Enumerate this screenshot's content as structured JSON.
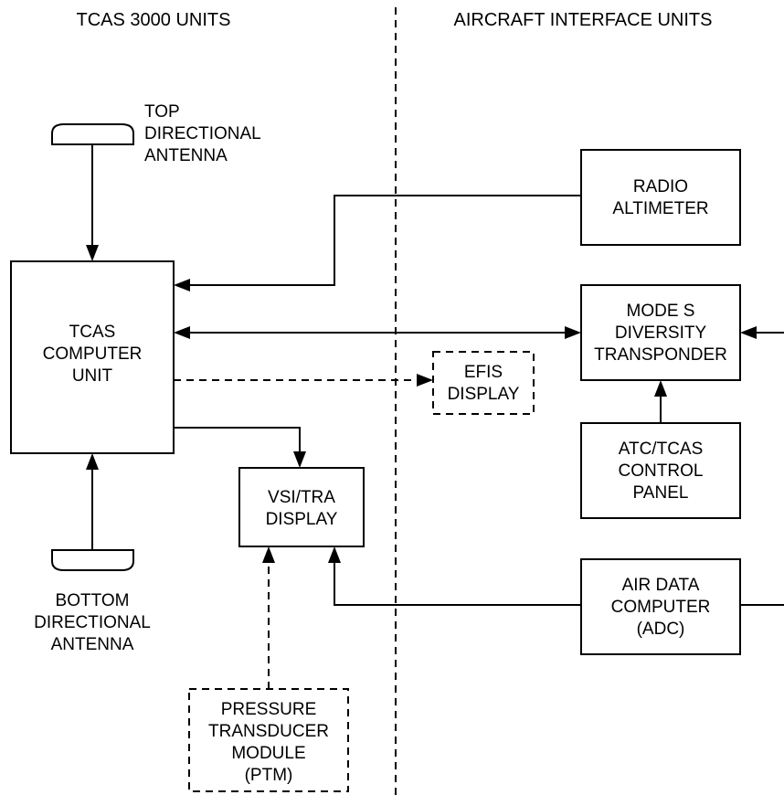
{
  "headers": {
    "left": "TCAS 3000 UNITS",
    "right": "AIRCRAFT INTERFACE UNITS"
  },
  "units": {
    "top_antenna": [
      "TOP",
      "DIRECTIONAL",
      "ANTENNA"
    ],
    "tcas_computer": [
      "TCAS",
      "COMPUTER",
      "UNIT"
    ],
    "bottom_antenna": [
      "BOTTOM",
      "DIRECTIONAL",
      "ANTENNA"
    ],
    "vsi_tra": [
      "VSI/TRA",
      "DISPLAY"
    ],
    "ptm": [
      "PRESSURE",
      "TRANSDUCER",
      "MODULE",
      "(PTM)"
    ],
    "efis": [
      "EFIS",
      "DISPLAY"
    ],
    "radio_altimeter": [
      "RADIO",
      "ALTIMETER"
    ],
    "mode_s": [
      "MODE S",
      "DIVERSITY",
      "TRANSPONDER"
    ],
    "atc_panel": [
      "ATC/TCAS",
      "CONTROL",
      "PANEL"
    ],
    "adc": [
      "AIR DATA",
      "COMPUTER",
      "(ADC)"
    ]
  }
}
